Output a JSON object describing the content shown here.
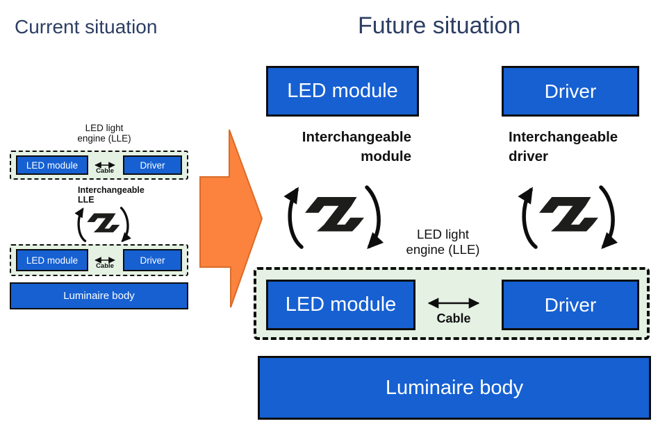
{
  "titles": {
    "current": "Current situation",
    "future": "Future situation"
  },
  "labels": {
    "led_module": "LED module",
    "driver": "Driver",
    "cable": "Cable",
    "luminaire_body": "Luminaire body"
  },
  "current": {
    "lle_caption": {
      "line1": "LED light",
      "line2": "engine (LLE)"
    },
    "interchangeable_caption": {
      "line1": "Interchangeable",
      "line2": "LLE"
    }
  },
  "future": {
    "interchangeable_module": {
      "line1": "Interchangeable",
      "line2": "module"
    },
    "interchangeable_driver": {
      "line1": "Interchangeable",
      "line2": "driver"
    },
    "lle_caption": {
      "line1": "LED light",
      "line2": "engine (LLE)"
    }
  },
  "icons": {
    "zhaga_logo": "zhaga-z-logo",
    "rotation_arrows": "curved-swap-arrows",
    "transition_arrow": "orange-right-block-arrow",
    "cable_connector": "double-headed-arrow"
  },
  "colors": {
    "box_blue": "#1660d2",
    "box_border": "#0d0d0d",
    "title_blue": "#2c3e63",
    "arrow_orange": "#fb833e",
    "arrow_orange_border": "#d96c28",
    "lle_green": "#e4f1e3",
    "logo_black": "#1d1d1b",
    "text_white": "#ffffff"
  }
}
